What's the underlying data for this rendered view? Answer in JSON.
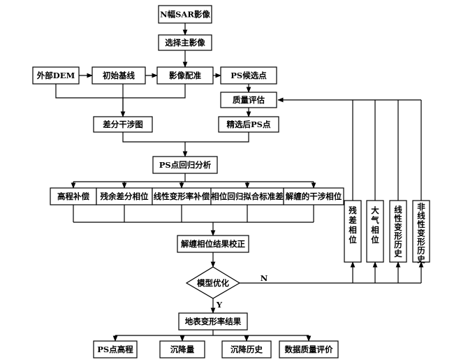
{
  "nodes": {
    "n_sar": "N幅SAR影像",
    "select_master": "选择主影像",
    "external_dem": "外部DEM",
    "initial_baseline": "初始基线",
    "registration": "影像配准",
    "ps_candidates": "PS候选点",
    "quality_assessment": "质量评估",
    "diff_interferogram": "差分干涉图",
    "selected_ps": "精选后PS点",
    "ps_regression": "PS点回归分析",
    "elevation_compensation": "高程补偿",
    "residual_diff_phase": "残余差分相位",
    "linear_rate_compensation": "线性变形率补偿",
    "phase_regression_std": "相位回归拟合标准差",
    "unwrapped_interf_phase": "解缠的干涉相位",
    "unwrap_correction": "解缠相位结果校正",
    "model_optimization": "模型优化",
    "surface_rate_result": "地表变形率结果",
    "ps_elevation": "PS点高程",
    "subsidence": "沉降量",
    "subsidence_history": "沉降历史",
    "data_quality": "数据质量评价",
    "residual_phase": "残差相位",
    "atmospheric_phase": "大气相位",
    "linear_deformation_history": "线性变形历史",
    "nonlinear_deformation_history": "非线性变形历史"
  },
  "edge_labels": {
    "no": "N",
    "yes": "Y"
  }
}
